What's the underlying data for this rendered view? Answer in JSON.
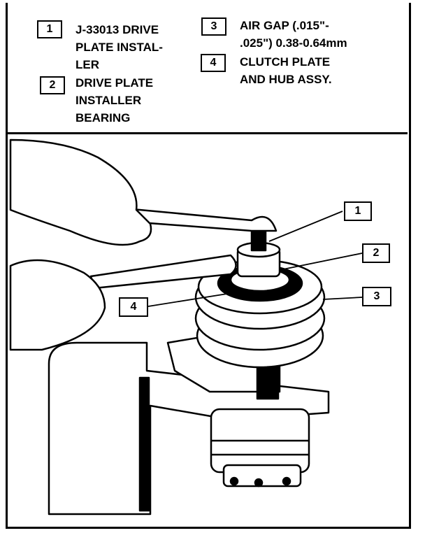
{
  "legend": [
    {
      "number": "1",
      "lines": [
        "J-33013 DRIVE",
        "PLATE INSTAL-",
        "LER"
      ]
    },
    {
      "number": "2",
      "lines": [
        "DRIVE PLATE",
        "INSTALLER",
        "BEARING"
      ]
    },
    {
      "number": "3",
      "lines": [
        "AIR GAP (.015\"-",
        ".025\") 0.38-0.64mm"
      ]
    },
    {
      "number": "4",
      "lines": [
        "CLUTCH PLATE",
        "AND HUB ASSY."
      ]
    }
  ],
  "callouts": [
    "1",
    "2",
    "3",
    "4"
  ]
}
